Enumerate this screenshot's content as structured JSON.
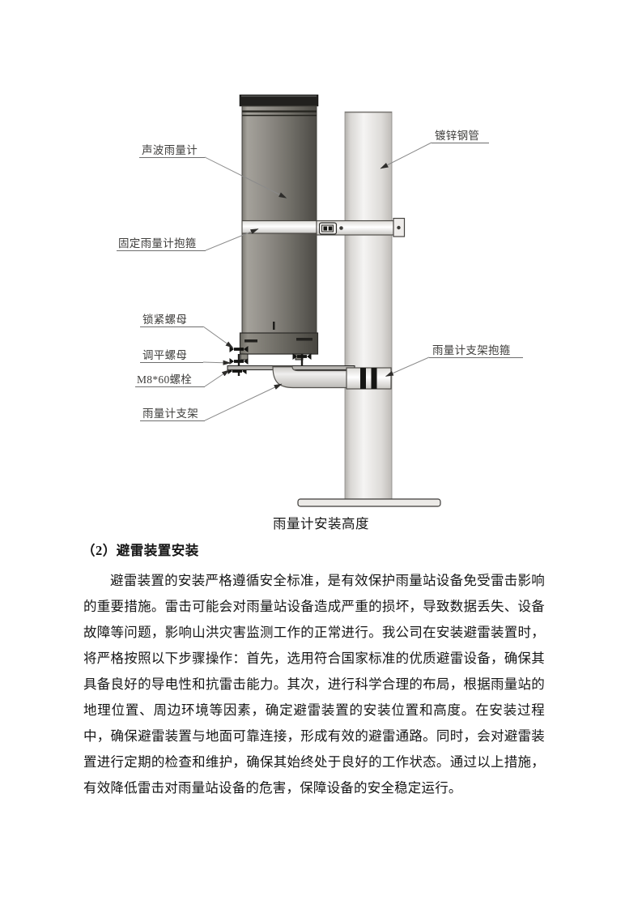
{
  "figure": {
    "caption": "雨量计安装高度",
    "labels": {
      "acoustic_rain_gauge": "声波雨量计",
      "galvanized_steel_pipe": "镀锌钢管",
      "fixing_clamp": "固定雨量计抱箍",
      "lock_nut": "锁紧螺母",
      "leveling_nut": "调平螺母",
      "m8_bolt": "M8*60螺栓",
      "rain_gauge_bracket": "雨量计支架",
      "bracket_clamp": "雨量计支架抱箍"
    },
    "colors": {
      "gauge_body": "#75736c",
      "gauge_cap": "#21201e",
      "pole": "#e8e7e5",
      "clamp_band": "#ffffff",
      "leader_line": "#8a8a8a",
      "label_text": "#3f3e3c"
    }
  },
  "section": {
    "heading": "（2）避雷装置安装",
    "paragraph": "避雷装置的安装严格遵循安全标准，是有效保护雨量站设备免受雷击影响的重要措施。雷击可能会对雨量站设备造成严重的损坏，导致数据丢失、设备故障等问题，影响山洪灾害监测工作的正常进行。我公司在安装避雷装置时，将严格按照以下步骤操作：首先，选用符合国家标准的优质避雷设备，确保其具备良好的导电性和抗雷击能力。其次，进行科学合理的布局，根据雨量站的地理位置、周边环境等因素，确定避雷装置的安装位置和高度。在安装过程中，确保避雷装置与地面可靠连接，形成有效的避雷通路。同时，会对避雷装置进行定期的检查和维护，确保其始终处于良好的工作状态。通过以上措施，有效降低雷击对雨量站设备的危害，保障设备的安全稳定运行。"
  }
}
